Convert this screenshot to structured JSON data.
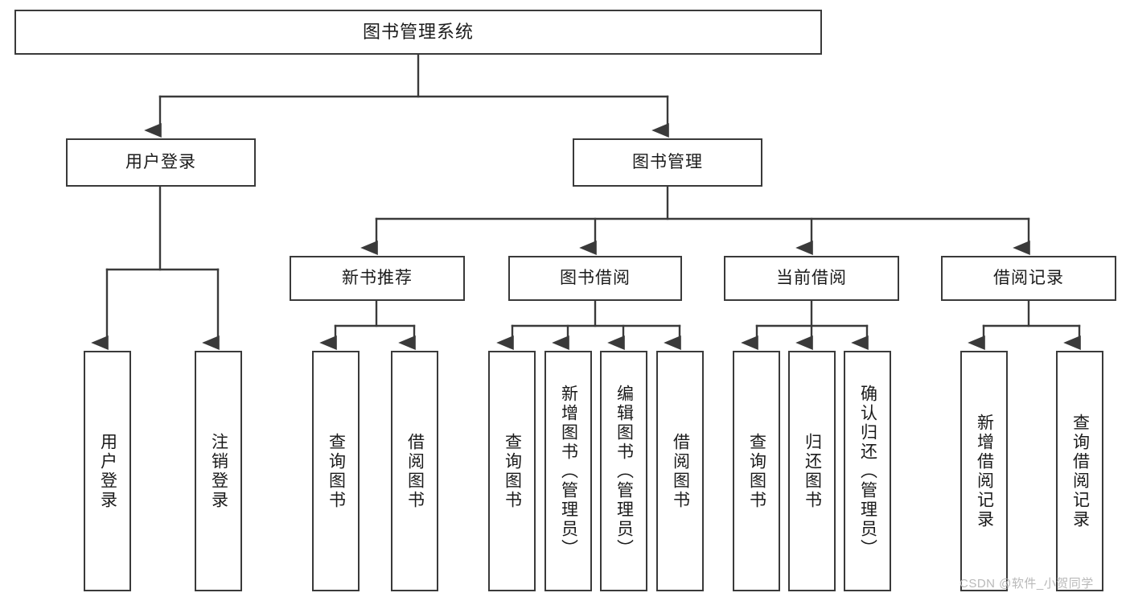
{
  "diagram": {
    "type": "tree-hierarchy-chart",
    "title": "图书管理系统",
    "colors": {
      "box_border": "#3a3a3a",
      "box_fill": "#ffffff",
      "connector": "#3a3a3a",
      "text": "#1b1b1b",
      "watermark": "#b9b9b9",
      "background": "#ffffff"
    },
    "root": {
      "id": "root",
      "label": "图书管理系统"
    },
    "level2": [
      {
        "id": "user-login",
        "label": "用户登录"
      },
      {
        "id": "book-management",
        "label": "图书管理"
      }
    ],
    "level3": [
      {
        "id": "new-book-recommend",
        "label": "新书推荐"
      },
      {
        "id": "book-borrow",
        "label": "图书借阅"
      },
      {
        "id": "current-borrow",
        "label": "当前借阅"
      },
      {
        "id": "borrow-record",
        "label": "借阅记录"
      }
    ],
    "leaves": {
      "user_login": [
        {
          "id": "leaf-user-login",
          "label": "用户登录"
        },
        {
          "id": "leaf-logout-login",
          "label": "注销登录"
        }
      ],
      "new_book_recommend": [
        {
          "id": "leaf-query-book-1",
          "label": "查询图书"
        },
        {
          "id": "leaf-borrow-book-1",
          "label": "借阅图书"
        }
      ],
      "book_borrow": [
        {
          "id": "leaf-query-book-2",
          "label": "查询图书"
        },
        {
          "id": "leaf-add-book",
          "label": "新增图书（管理员）"
        },
        {
          "id": "leaf-edit-book",
          "label": "编辑图书（管理员）"
        },
        {
          "id": "leaf-borrow-book-2",
          "label": "借阅图书"
        }
      ],
      "current_borrow": [
        {
          "id": "leaf-query-book-3",
          "label": "查询图书"
        },
        {
          "id": "leaf-return-book",
          "label": "归还图书"
        },
        {
          "id": "leaf-confirm-return",
          "label": "确认归还（管理员）"
        }
      ],
      "borrow_record": [
        {
          "id": "leaf-add-record",
          "label": "新增借阅记录"
        },
        {
          "id": "leaf-query-record",
          "label": "查询借阅记录"
        }
      ]
    },
    "watermark": "CSDN @软件_小贺同学"
  }
}
